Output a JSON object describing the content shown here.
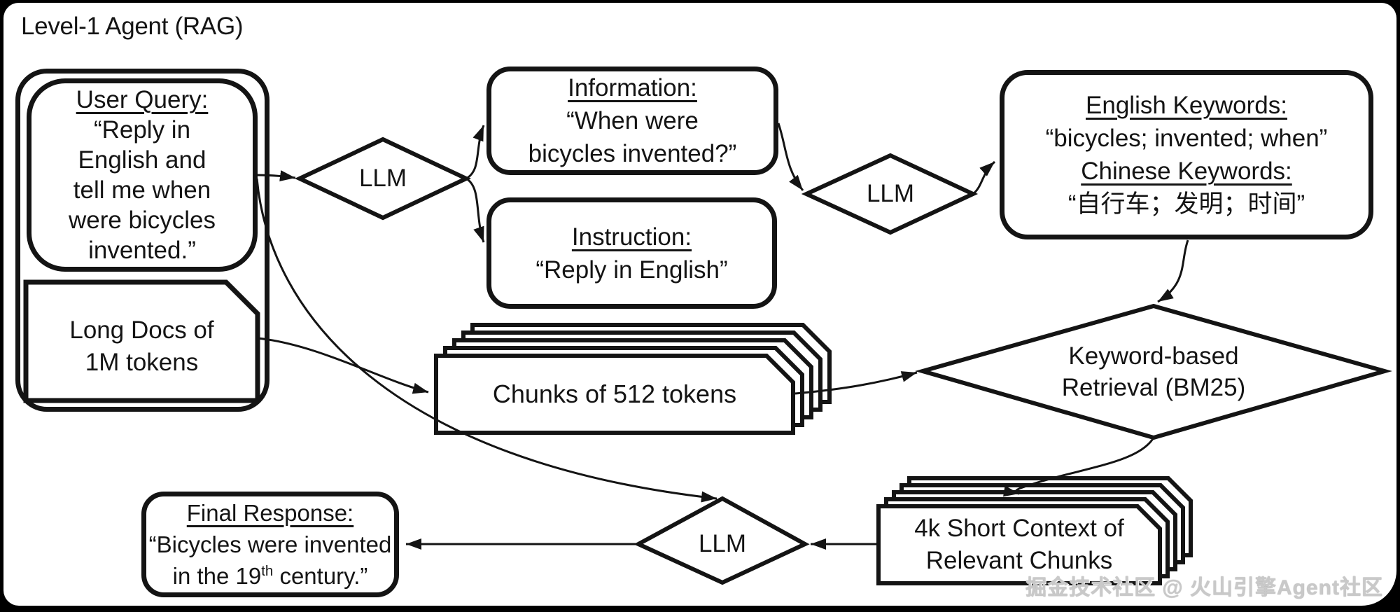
{
  "title": "Level-1 Agent (RAG)",
  "watermark": "掘金技术社区 @ 火山引擎Agent社区",
  "colors": {
    "ink": "#141414",
    "paper": "#ffffff",
    "watermark_gray": "#c9c9c9"
  },
  "nodes": {
    "user_query": {
      "heading": "User Query:",
      "lines": [
        "“Reply in",
        "English and",
        "tell me when",
        "were bicycles",
        "invented.”"
      ]
    },
    "long_docs": {
      "lines": [
        "Long Docs of",
        "1M tokens"
      ]
    },
    "llm_parse": {
      "label": "LLM"
    },
    "information": {
      "heading": "Information:",
      "lines": [
        "“When were",
        "bicycles invented?”"
      ]
    },
    "instruction": {
      "heading": "Instruction:",
      "lines": [
        "“Reply in English”"
      ]
    },
    "llm_keywords": {
      "label": "LLM"
    },
    "keywords": {
      "heading_english": "English Keywords:",
      "english": "“bicycles; invented; when”",
      "heading_chinese": "Chinese Keywords:",
      "chinese": "“自行车；发明；时间”"
    },
    "chunks": {
      "label": "Chunks of 512 tokens"
    },
    "retrieval": {
      "lines": [
        "Keyword-based",
        "Retrieval (BM25)"
      ]
    },
    "context": {
      "lines": [
        "4k Short Context of",
        "Relevant Chunks"
      ]
    },
    "llm_answer": {
      "label": "LLM"
    },
    "final_response": {
      "heading": "Final Response:",
      "line1": "“Bicycles were invented",
      "line2_pre": "in the 19",
      "line2_sup": "th",
      "line2_post": " century.”"
    }
  }
}
